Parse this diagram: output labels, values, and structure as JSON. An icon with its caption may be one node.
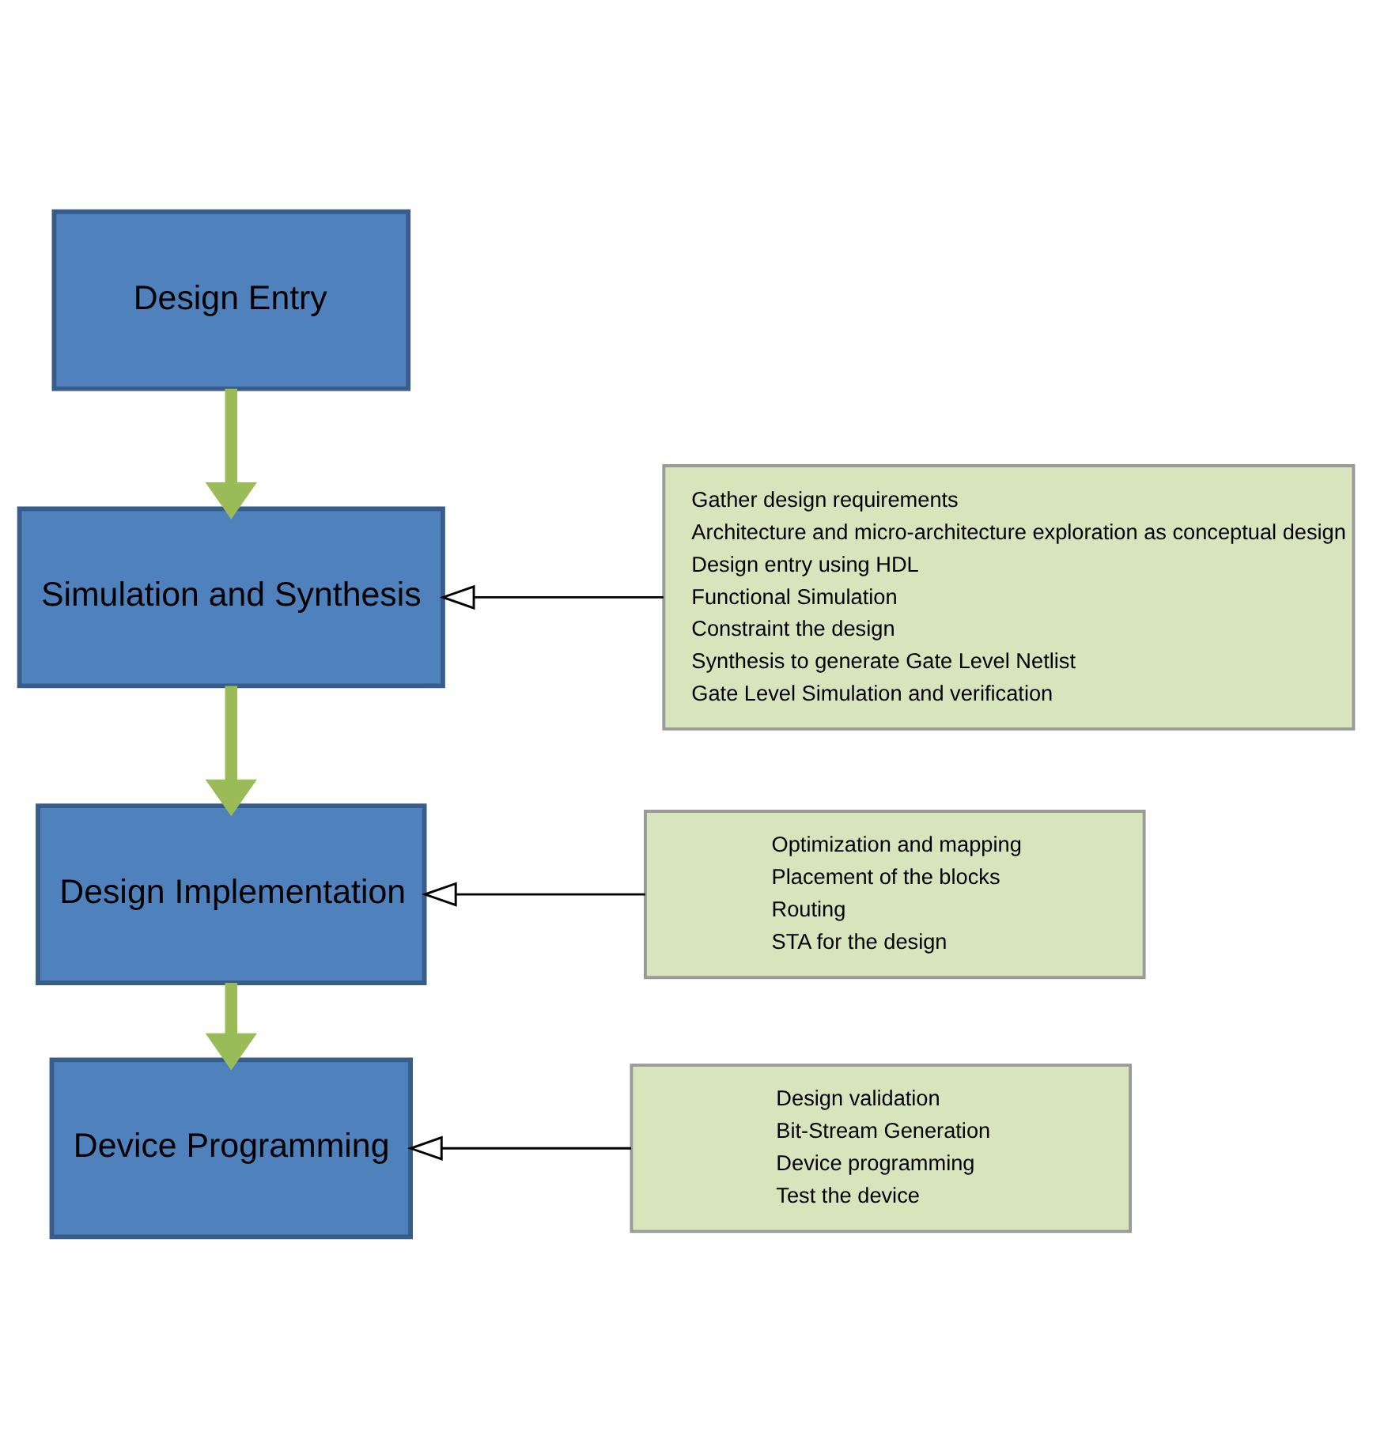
{
  "diagram": {
    "nodes": [
      {
        "text": [
          "Design Entry"
        ]
      },
      {
        "text": [
          "Simulation and Synthesis"
        ]
      },
      {
        "text": [
          "Design Implementation"
        ]
      },
      {
        "text": [
          "Device Programming"
        ]
      },
      {
        "text": [
          "Gather design requirements",
          "Architecture and micro-architecture exploration as conceptual design",
          "Design entry using HDL",
          "Functional Simulation",
          "Constraint the design",
          "Synthesis to generate Gate Level Netlist",
          "Gate Level Simulation and verification"
        ]
      },
      {
        "text": [
          "Optimization and mapping",
          "Placement of the blocks",
          "Routing",
          "STA for the design"
        ]
      },
      {
        "text": [
          "Design validation",
          "Bit-Stream Generation",
          "Device programming",
          "Test the device"
        ]
      }
    ],
    "edges": [
      {
        "from": 0,
        "to": 1,
        "arrow": "to",
        "style": "thick",
        "color": "#9bbb59"
      },
      {
        "from": 1,
        "to": 2,
        "arrow": "to",
        "style": "thick",
        "color": "#9bbb59"
      },
      {
        "from": 2,
        "to": 3,
        "arrow": "to",
        "style": "thick",
        "color": "#9bbb59"
      },
      {
        "from": 4,
        "to": 1,
        "arrow": "to",
        "color": "#000000"
      },
      {
        "from": 5,
        "to": 2,
        "arrow": "to",
        "color": "#000000"
      },
      {
        "from": 6,
        "to": 3,
        "arrow": "to",
        "color": "#000000"
      }
    ]
  }
}
